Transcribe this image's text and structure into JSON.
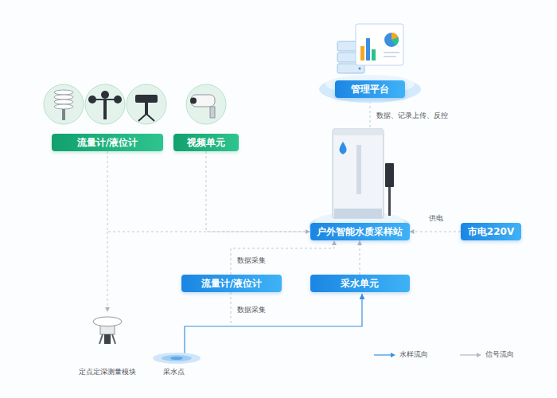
{
  "diagram": {
    "nodes": [
      {
        "text": [
          "管理平台"
        ]
      },
      {
        "text": [
          "流量计/液位计"
        ]
      },
      {
        "text": [
          "视频单元"
        ]
      },
      {
        "text": [
          "户外智能水质采样站"
        ]
      },
      {
        "text": [
          "市电220V"
        ]
      },
      {
        "text": [
          "流量计/液位计"
        ]
      },
      {
        "text": [
          "采水单元"
        ]
      }
    ],
    "edges": [
      {
        "from": 3,
        "to": 0,
        "label": "数据、记录上传、反控",
        "arrow": "both"
      },
      {
        "from": 1,
        "to": 3,
        "arrow": "to"
      },
      {
        "from": 2,
        "to": 3,
        "arrow": "to"
      },
      {
        "from": 4,
        "to": 3,
        "label": "供电",
        "arrow": "to"
      },
      {
        "from": 5,
        "to": 3,
        "label": "数据采集",
        "arrow": "to"
      },
      {
        "from": 6,
        "to": 3,
        "arrow": "to"
      }
    ],
    "labels": [
      "数据采集",
      "定点定深测量模块",
      "采水点"
    ],
    "legend": [
      {
        "text": "水样流向"
      },
      {
        "text": "信号流向"
      }
    ]
  }
}
